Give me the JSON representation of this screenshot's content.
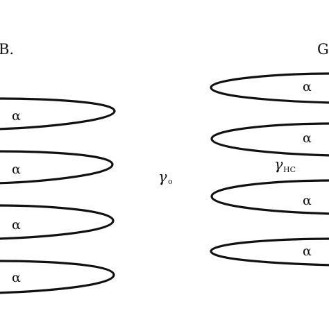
{
  "panels": {
    "left": {
      "label": "B.",
      "plate_label": "α",
      "plate_count": 4
    },
    "right": {
      "label": "G",
      "plate_label": "α",
      "plate_count": 4
    }
  },
  "interfacial_tension": {
    "gamma_o": {
      "symbol": "γ",
      "subscript": "o"
    },
    "gamma_hc": {
      "symbol": "γ",
      "subscript": "HC"
    }
  }
}
